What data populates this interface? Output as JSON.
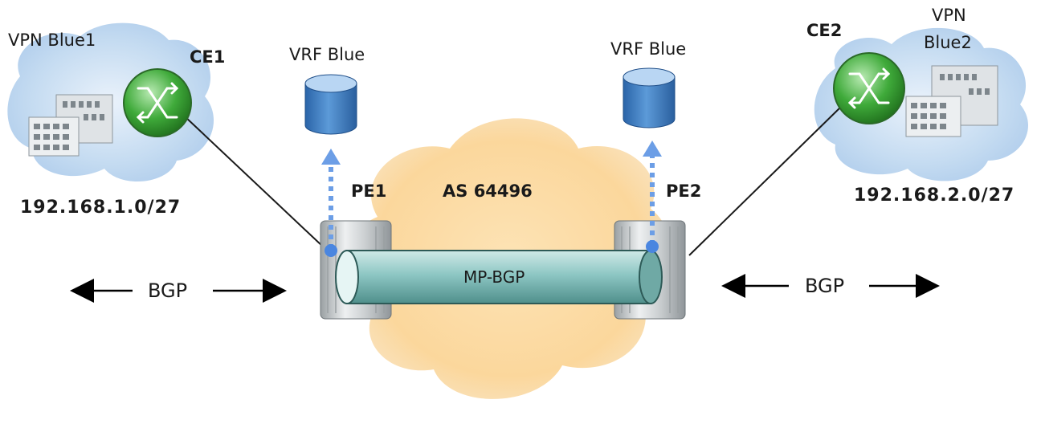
{
  "left_site": {
    "vpn_label": "VPN Blue1",
    "ce_label": "CE1",
    "subnet": "192.168.1.0/27"
  },
  "right_site": {
    "vpn_label_line1": "VPN",
    "vpn_label_line2": "Blue2",
    "ce_label": "CE2",
    "subnet": "192.168.2.0/27"
  },
  "provider": {
    "as_label": "AS 64496",
    "pe1_label": "PE1",
    "pe2_label": "PE2",
    "vrf_left_label": "VRF Blue",
    "vrf_right_label": "VRF Blue",
    "tunnel_label": "MP-BGP"
  },
  "bgp_left_label": "BGP",
  "bgp_right_label": "BGP",
  "colors": {
    "site_cloud": "#b9d3ee",
    "provider_cloud": "#fbd9a0",
    "router_green": "#3faa3a",
    "tunnel_teal": "#8ec7c4",
    "vrf_blue": "#3f7fc4",
    "dotted_arrow": "#6c9ee6"
  }
}
